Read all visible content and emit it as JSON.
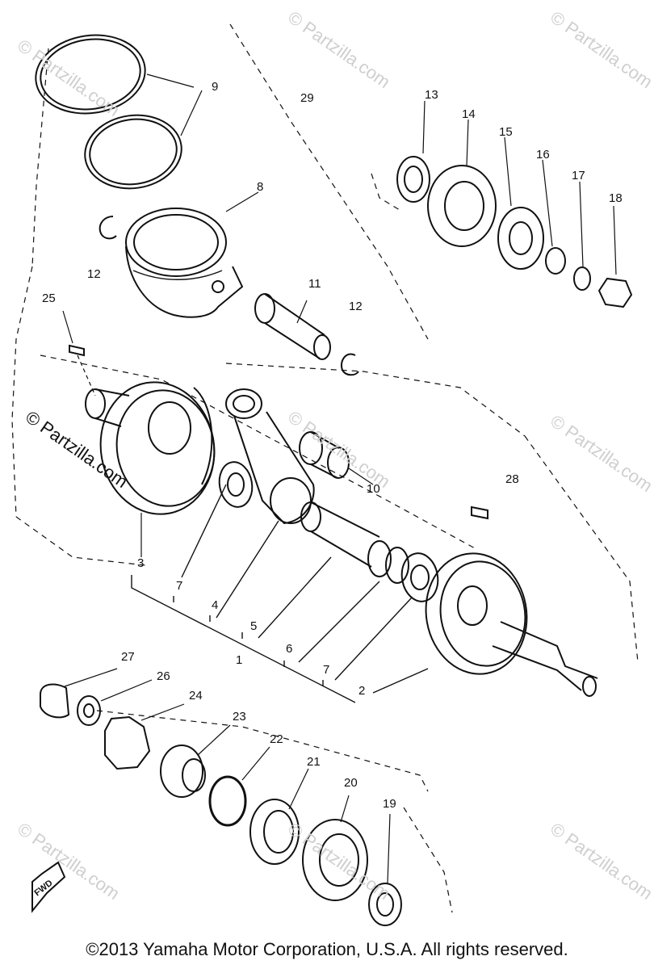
{
  "diagram": {
    "callouts": [
      "9",
      "29",
      "8",
      "12",
      "11",
      "12",
      "25",
      "13",
      "14",
      "15",
      "16",
      "17",
      "18",
      "10",
      "28",
      "3",
      "7",
      "4",
      "5",
      "6",
      "1",
      "7",
      "2",
      "27",
      "26",
      "24",
      "23",
      "22",
      "21",
      "20",
      "19"
    ],
    "watermark": "© Partzilla.com",
    "fwd_label": "FWD"
  },
  "footer": {
    "copyright": "©2013 Yamaha Motor Corporation, U.S.A. All rights reserved."
  }
}
